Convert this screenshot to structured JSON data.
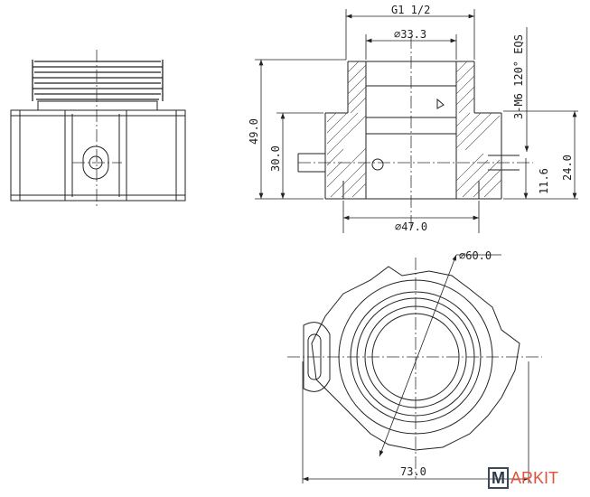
{
  "dimensions": {
    "thread": "G1 1/2",
    "inner_diameter": "⌀33.3",
    "screws": "3-M6 120° EQS",
    "height_total": "49.0",
    "height_body": "30.0",
    "height_right": "24.0",
    "hole_height": "11.6",
    "body_diameter": "⌀47.0",
    "outer_diameter": "⌀60.0",
    "width_total": "73.0"
  },
  "logo": {
    "text": "MARKIT",
    "box_letter": "M",
    "rest": "ARKIT"
  }
}
